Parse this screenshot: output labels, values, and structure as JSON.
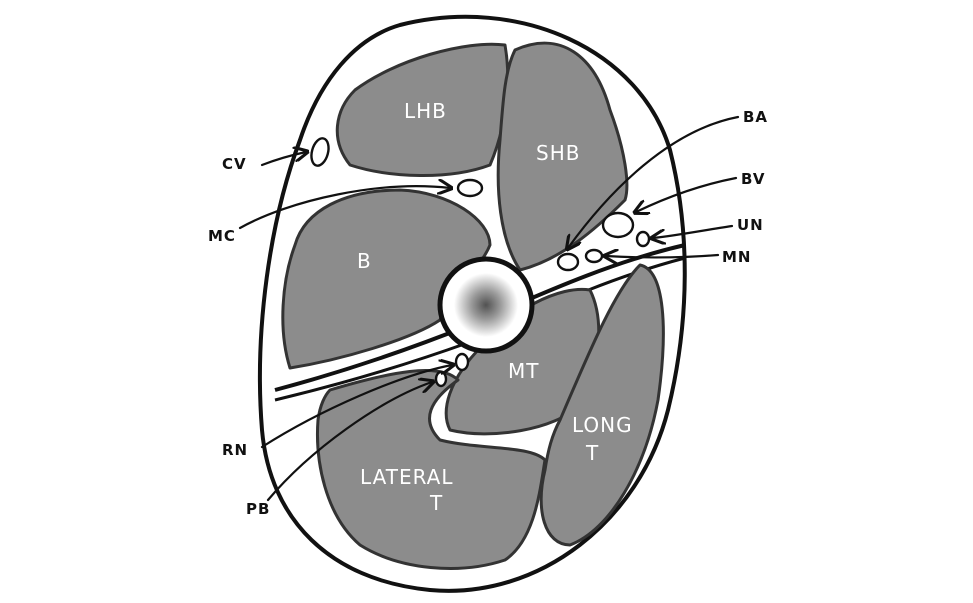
{
  "muscles": {
    "lhb": "LHB",
    "shb": "SHB",
    "b": "B",
    "mt": "MT",
    "long_t_line1": "LONG",
    "long_t_line2": "T",
    "lateral_t_line1": "LATERAL",
    "lateral_t_line2": "T"
  },
  "structures": {
    "cv": "CV",
    "mc": "MC",
    "ba": "BA",
    "bv": "BV",
    "un": "UN",
    "mn": "MN",
    "rn": "RN",
    "pb": "PB"
  }
}
